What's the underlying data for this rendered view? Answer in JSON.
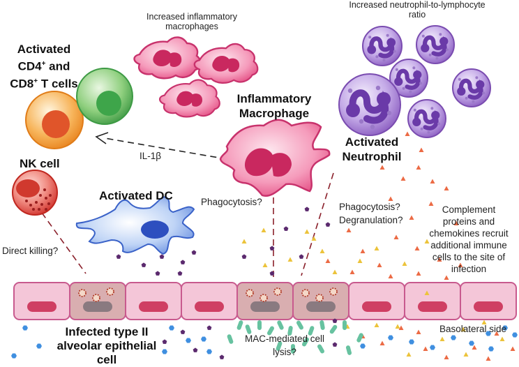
{
  "labels": {
    "t_cells": [
      "Activated",
      "CD4",
      "+",
      " and",
      "CD8",
      "+",
      " T cells"
    ],
    "inc_macrophages": [
      "Increased inflammatory",
      "macrophages"
    ],
    "inc_ratio": [
      "Increased neutrophil-to-lymphocyte",
      "ratio"
    ],
    "inflammatory_macrophage": [
      "Inflammatory",
      "Macrophage"
    ],
    "il1b": "IL-1β",
    "activated_neutrophil": [
      "Activated",
      "Neutrophil"
    ],
    "nk_cell": "NK cell",
    "activated_dc": "Activated DC",
    "phagocytosis_q": "Phagocytosis?",
    "phago_degran": [
      "Phagocytosis?",
      "Degranulation?"
    ],
    "complement": [
      "Complement",
      "proteins and",
      "chemokines recruit",
      "additional immune",
      "cells to the site of",
      "infection"
    ],
    "direct_killing": "Direct killing?",
    "infected_cell": [
      "Infected type II",
      "alveolar epithelial",
      "cell"
    ],
    "mac_lysis": [
      "MAC-mediated cell",
      "lysis?"
    ],
    "basolateral": "Basolateral side"
  },
  "colors": {
    "epithelial_fill": "#f4c6d8",
    "epithelial_border": "#c85a8e",
    "infected_fill": "#d9aeb0",
    "nucleus": "#cf3f63",
    "infected_nucleus": "#8a7a80",
    "macrophage": "#e8457e",
    "neutrophil": "#8a5cc0",
    "t_cell_cd4": "#f0922e",
    "t_cell_cd8": "#3fa24a",
    "nk_cell": "#d8332e",
    "dendritic_cell": "#4a73d8",
    "chemokine_orange": "#ec6b45",
    "chemokine_yellow": "#ecc33b",
    "pentagon": "#5b2a6e",
    "complement": "#67c2a0",
    "hexagon": "#3f8fe0",
    "dashed_line": "#8a1f2a"
  }
}
